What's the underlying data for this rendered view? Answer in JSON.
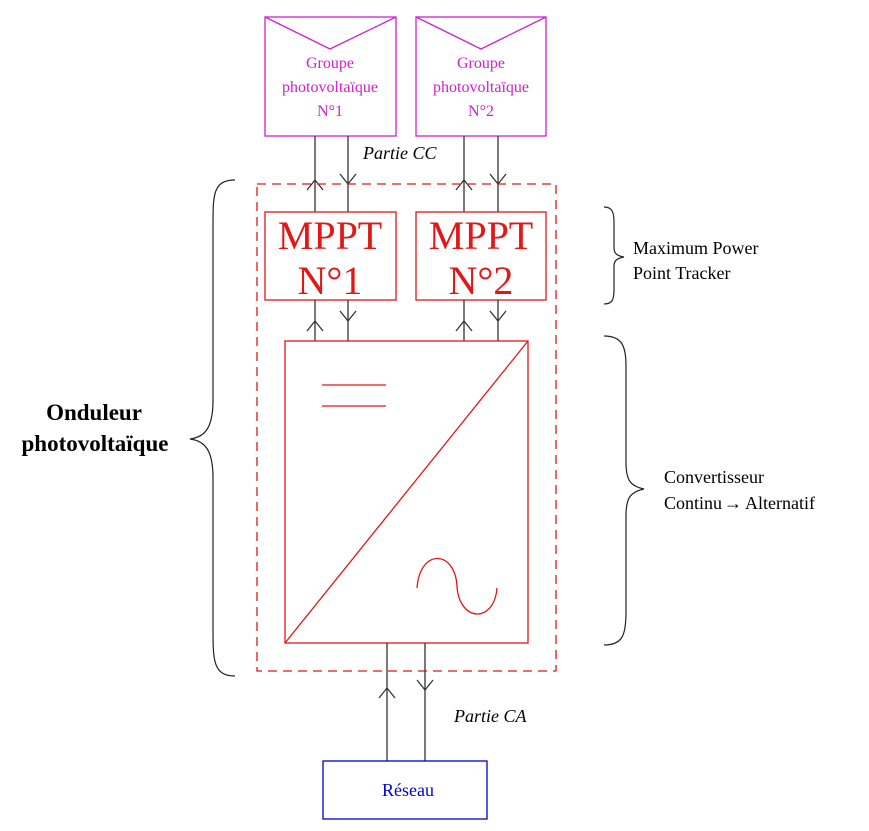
{
  "diagram": {
    "pv_groups": [
      {
        "lines": [
          "Groupe",
          "photovoltaïque",
          "N°1"
        ]
      },
      {
        "lines": [
          "Groupe",
          "photovoltaïque",
          "N°2"
        ]
      }
    ],
    "dc_label": "Partie CC",
    "ac_label": "Partie CA",
    "mppt_blocks": [
      {
        "lines": [
          "MPPT",
          "N°1"
        ]
      },
      {
        "lines": [
          "MPPT",
          "N°2"
        ]
      }
    ],
    "mppt_brace_label": [
      "Maximum Power",
      "Point Tracker"
    ],
    "converter_brace_label": [
      "Convertisseur",
      "Continu",
      "Alternatif"
    ],
    "converter_arrow_glyph": "→",
    "inverter_label": [
      "Onduleur",
      "photovoltaïque"
    ],
    "grid_label": "Réseau",
    "colors": {
      "pv": "#d020d0",
      "inverter": "#e01818",
      "grid": "#0000cc",
      "wire": "#333333"
    }
  }
}
